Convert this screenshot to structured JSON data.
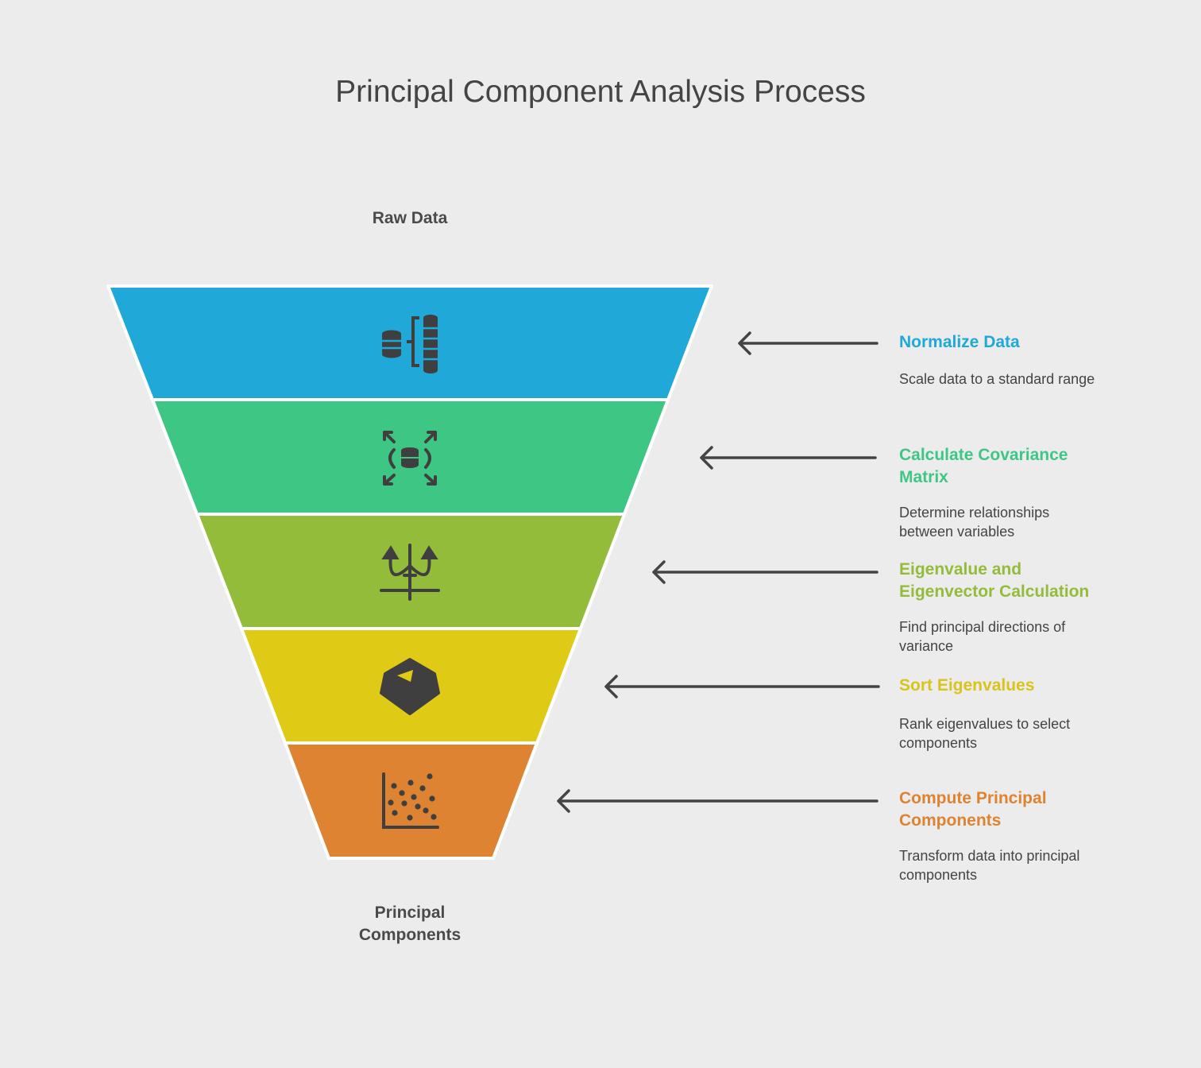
{
  "title": "Principal Component Analysis Process",
  "top_label": "Raw Data",
  "bottom_label": "Principal Components",
  "colors": {
    "background": "#ececec",
    "arrow": "#444444",
    "icon": "#3f3f3f"
  },
  "steps": [
    {
      "title": "Normalize Data",
      "description": "Scale data to a standard range",
      "color": "#1fa8d8",
      "text_color": "#1fa8d8",
      "icon": "database-scale-icon"
    },
    {
      "title": "Calculate Covariance Matrix",
      "description": "Determine relationships between variables",
      "color": "#3ec684",
      "text_color": "#3ec684",
      "icon": "database-expand-icon"
    },
    {
      "title": "Eigenvalue and Eigenvector Calculation",
      "description": "Find principal directions of variance",
      "color": "#93bc3a",
      "text_color": "#93bc3a",
      "icon": "axis-arrows-icon"
    },
    {
      "title": "Sort Eigenvalues",
      "description": "Rank eigenvalues to select components",
      "color": "#dfcb16",
      "text_color": "#d8c41a",
      "icon": "polygon-pointer-icon"
    },
    {
      "title": "Compute Principal Components",
      "description": "Transform data into principal components",
      "color": "#de8331",
      "text_color": "#de8331",
      "icon": "scatter-plot-icon"
    }
  ]
}
